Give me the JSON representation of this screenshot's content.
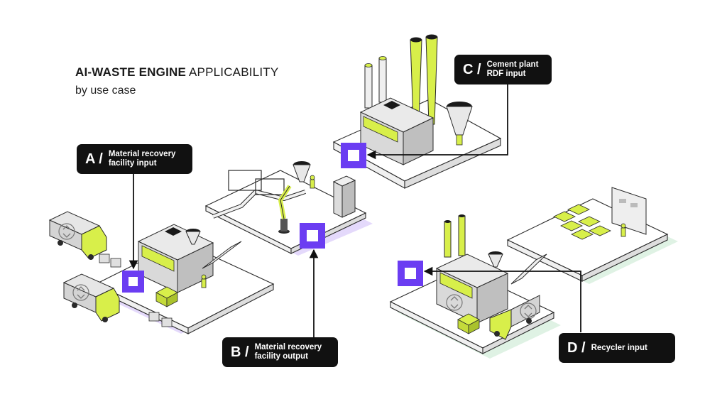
{
  "header": {
    "title_bold": "AI-WASTE ENGINE",
    "title_rest": "APPLICABILITY",
    "subtitle": "by use case"
  },
  "callouts": [
    {
      "letter": "A /",
      "line1": "Material recovery",
      "line2": "facility input"
    },
    {
      "letter": "B /",
      "line1": "Material recovery",
      "line2": "facility output"
    },
    {
      "letter": "C /",
      "line1": "Cement plant",
      "line2": "RDF input"
    },
    {
      "letter": "D /",
      "line1": "Recycler input",
      "line2": ""
    }
  ],
  "colors": {
    "accent_purple": "#6b3df2",
    "accent_lime": "#d8ef4a",
    "shadow_lavender": "#e4d9fb",
    "shadow_mint": "#dff2e4",
    "callout_bg": "#111111",
    "outline": "#2a2a2a"
  },
  "icons": [
    "recycle-icon",
    "marker-square-icon",
    "arrow-icon",
    "smokestack-icon",
    "truck-icon",
    "robot-arm-icon",
    "hopper-icon",
    "control-panel-icon"
  ]
}
